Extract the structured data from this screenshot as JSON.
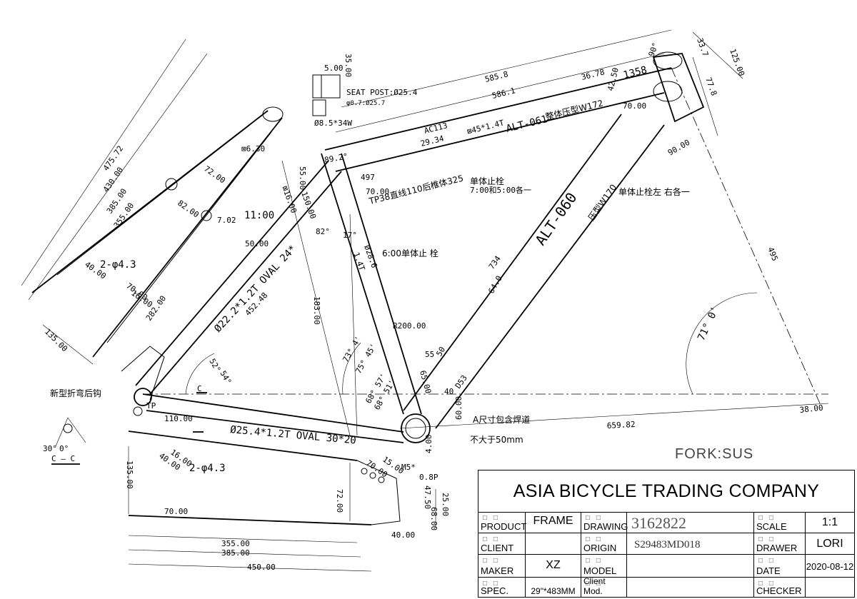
{
  "labels": {
    "seat_post": "SEAT POST:Ø25.4",
    "seat_post_sub": "φ0.7:Ø25.7",
    "seat_clamp": "Ø8.5*34W",
    "top_tube_code": "ALT-061",
    "top_tube_spec": "整体压型W172",
    "top_tube_dia": "⊠45*1.4T",
    "down_tube_code": "ALT-060",
    "down_tube_spec": "压型W170",
    "seat_tube_note": "TP38直线110后椎体325",
    "stop_bolt_a": "单体止栓",
    "stop_bolt_a2": "7:00和5:00各一",
    "stop_bolt_b": "单体止栓左 右各一",
    "stop_bolt_c": "6:00单体止 栓",
    "seat_stay_dia": "Ø22.2*1.2T OVAL 24*",
    "chain_stay_dia": "Ø25.4*1.2T OVAL 30*20",
    "hook_note": "新型折弯后钩",
    "weld_note": "A尺寸包含焊道",
    "max_note": "不大于50mm",
    "fork": "FORK:SUS",
    "clock": "11:00",
    "hole_top": "2-φ4.3",
    "hole_bottom": "2-φ4.3",
    "ac": "AC113",
    "tp": "TP",
    "section": "C — C",
    "section_mark": "C"
  },
  "dims": {
    "d585": "585.8",
    "d586": "586.1",
    "d125": "125.00",
    "d337": "33.7",
    "d778": "77.8",
    "d3678": "36.78",
    "d4250": "42.50",
    "d1358": "1358",
    "d7000a": "70.00",
    "d9000": "90.00",
    "d9000b": "90°",
    "d2934": "29.34",
    "d497": "497",
    "d7000b": "70.00",
    "d8920": "89.2°",
    "d5500": "55.00",
    "d16000": "⊠16.00",
    "d15000": "150.00",
    "d35": "35.00",
    "d5": "5.00",
    "d47572": "475.72",
    "d43000": "430.00",
    "d38500": "385.00",
    "d35500": "355.00",
    "d7200a": "72.00",
    "d8200": "82.00",
    "d4000a": "40.00",
    "d2820": "282.00",
    "d7000c": "70.00",
    "d1600a": "16.00",
    "d13500a": "135.00",
    "d630": "⊠6.30",
    "d702": "7.02",
    "d5000a": "50.00",
    "d8200b": "82°",
    "d17": "17°",
    "d14": "1.4T",
    "d286": "Ø28.6",
    "d183": "183.00",
    "d45248": "452.48",
    "d52": "52°",
    "d54": "54°",
    "d20000": "R200.00",
    "d734": "734",
    "d640": "64.0",
    "d495": "495",
    "d71": "71° 0'",
    "d7344": "73° 4'",
    "d7545": "75° 45'",
    "d6857": "68° 57'",
    "d6851": "68° 51'",
    "d6500": "65.00",
    "d40a": "40",
    "d553": "D53",
    "d6000": "60.00",
    "d400": "4.00",
    "d65982": "659.82",
    "d3800": "38.00",
    "d11000": "110.00",
    "d1600b": "16.00",
    "d4000b": "40.00",
    "d13500b": "135.00",
    "d7000d": "70.00",
    "d35500b": "355.00",
    "d38500b": "385.00",
    "d45000": "450.00",
    "d7200b": "72.00",
    "d1500": "15.00",
    "d7000e": "70.00",
    "dm5": "M5*",
    "d08": "0.8P",
    "d4750": "47.50",
    "d6800": "68.00",
    "d2500": "25.00",
    "d4000c": "40.00",
    "d30": "30°",
    "d0": "0°",
    "d55": "55",
    "d50": "50"
  },
  "title_block": {
    "company": "ASIA BICYCLE TRADING COMPANY",
    "placeholder": "□ □",
    "product_label": "PRODUCT",
    "product_value": "FRAME",
    "drawing_label": "DRAWING",
    "drawing_value": "3162822",
    "scale_label": "SCALE",
    "scale_value": "1:1",
    "client_label": "CLIENT",
    "client_value": "",
    "origin_label": "ORIGIN",
    "origin_value": "S29483MD018",
    "drawer_label": "DRAWER",
    "drawer_value": "LORI",
    "maker_label": "MAKER",
    "maker_value": "XZ",
    "model_label": "MODEL",
    "model_value": "",
    "date_label": "DATE",
    "date_value": "2020-08-12",
    "spec_label": "SPEC.",
    "spec_value": "29\"*483MM",
    "client_mod_label": "Client Mod.",
    "client_mod_value": "",
    "checker_label": "CHECKER",
    "checker_value": ""
  }
}
